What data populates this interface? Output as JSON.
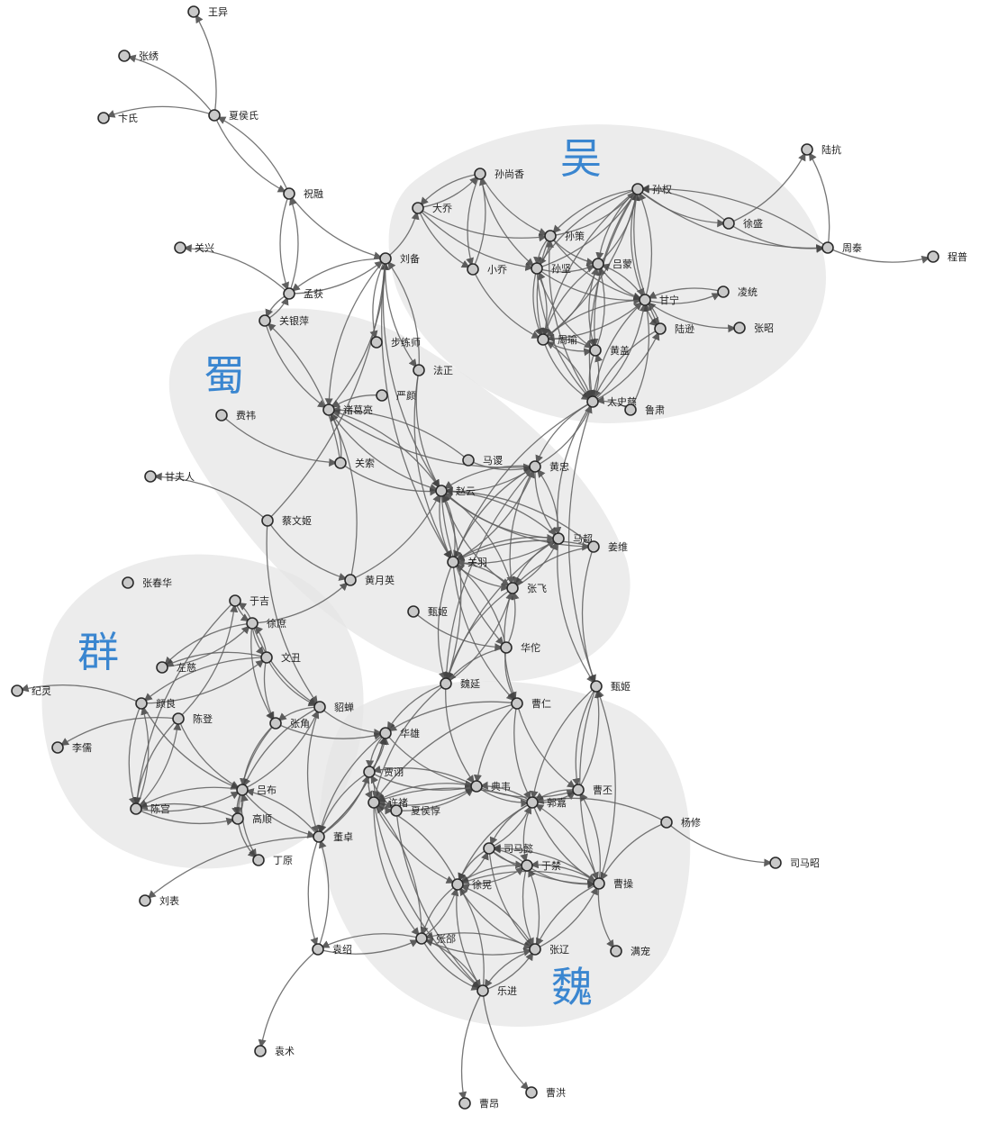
{
  "regions": [
    {
      "id": "wu",
      "label": "吴"
    },
    {
      "id": "shu",
      "label": "蜀"
    },
    {
      "id": "qun",
      "label": "群"
    },
    {
      "id": "wei",
      "label": "魏"
    }
  ],
  "nodes": [
    {
      "id": "王异",
      "label": "王异"
    },
    {
      "id": "张绣",
      "label": "张绣"
    },
    {
      "id": "卞氏",
      "label": "卞氏"
    },
    {
      "id": "夏侯氏",
      "label": "夏侯氏"
    },
    {
      "id": "祝融",
      "label": "祝融"
    },
    {
      "id": "关兴",
      "label": "关兴"
    },
    {
      "id": "孟获",
      "label": "孟获"
    },
    {
      "id": "关银萍",
      "label": "关银萍"
    },
    {
      "id": "刘备",
      "label": "刘备"
    },
    {
      "id": "步练师",
      "label": "步练师"
    },
    {
      "id": "法正",
      "label": "法正"
    },
    {
      "id": "严颜",
      "label": "严颜"
    },
    {
      "id": "诸葛亮",
      "label": "诸葛亮"
    },
    {
      "id": "费祎",
      "label": "费祎"
    },
    {
      "id": "关索",
      "label": "关索"
    },
    {
      "id": "马谡",
      "label": "马谡"
    },
    {
      "id": "甘夫人",
      "label": "甘夫人"
    },
    {
      "id": "孙尚香",
      "label": "孙尚香"
    },
    {
      "id": "大乔",
      "label": "大乔"
    },
    {
      "id": "小乔",
      "label": "小乔"
    },
    {
      "id": "孙策",
      "label": "孙策"
    },
    {
      "id": "孙坚",
      "label": "孙坚"
    },
    {
      "id": "孙权",
      "label": "孙权"
    },
    {
      "id": "吕蒙",
      "label": "吕蒙"
    },
    {
      "id": "徐盛",
      "label": "徐盛"
    },
    {
      "id": "陆抗",
      "label": "陆抗"
    },
    {
      "id": "周泰",
      "label": "周泰"
    },
    {
      "id": "程普",
      "label": "程普"
    },
    {
      "id": "凌统",
      "label": "凌统"
    },
    {
      "id": "甘宁",
      "label": "甘宁"
    },
    {
      "id": "张昭",
      "label": "张昭"
    },
    {
      "id": "陆逊",
      "label": "陆逊"
    },
    {
      "id": "周瑜",
      "label": "周瑜"
    },
    {
      "id": "黄盖",
      "label": "黄盖"
    },
    {
      "id": "太史慈",
      "label": "太史慈"
    },
    {
      "id": "鲁肃",
      "label": "鲁肃"
    },
    {
      "id": "黄忠",
      "label": "黄忠"
    },
    {
      "id": "赵云",
      "label": "赵云"
    },
    {
      "id": "马超",
      "label": "马超"
    },
    {
      "id": "姜维",
      "label": "姜维"
    },
    {
      "id": "关羽",
      "label": "关羽"
    },
    {
      "id": "张飞",
      "label": "张飞"
    },
    {
      "id": "黄月英",
      "label": "黄月英"
    },
    {
      "id": "蔡文姬",
      "label": "蔡文姬"
    },
    {
      "id": "甄姬",
      "label": "甄姬"
    },
    {
      "id": "华佗",
      "label": "华佗"
    },
    {
      "id": "张春华",
      "label": "张春华"
    },
    {
      "id": "于吉",
      "label": "于吉"
    },
    {
      "id": "徐庶",
      "label": "徐庶"
    },
    {
      "id": "文丑",
      "label": "文丑"
    },
    {
      "id": "左慈",
      "label": "左慈"
    },
    {
      "id": "纪灵",
      "label": "纪灵"
    },
    {
      "id": "颜良",
      "label": "颜良"
    },
    {
      "id": "陈登",
      "label": "陈登"
    },
    {
      "id": "李儒",
      "label": "李儒"
    },
    {
      "id": "貂蝉",
      "label": "貂蝉"
    },
    {
      "id": "张角",
      "label": "张角"
    },
    {
      "id": "华雄",
      "label": "华雄"
    },
    {
      "id": "魏延",
      "label": "魏延"
    },
    {
      "id": "曹仁",
      "label": "曹仁"
    },
    {
      "id": "甄姬2",
      "label": "甄姬"
    },
    {
      "id": "贾诩",
      "label": "贾诩"
    },
    {
      "id": "典韦",
      "label": "典韦"
    },
    {
      "id": "曹丕",
      "label": "曹丕"
    },
    {
      "id": "吕布",
      "label": "吕布"
    },
    {
      "id": "陈宫",
      "label": "陈宫"
    },
    {
      "id": "高顺",
      "label": "高顺"
    },
    {
      "id": "许褚",
      "label": "许褚"
    },
    {
      "id": "夏侯惇",
      "label": "夏侯惇"
    },
    {
      "id": "郭嘉",
      "label": "郭嘉"
    },
    {
      "id": "杨修",
      "label": "杨修"
    },
    {
      "id": "董卓",
      "label": "董卓"
    },
    {
      "id": "丁原",
      "label": "丁原"
    },
    {
      "id": "司马懿",
      "label": "司马懿"
    },
    {
      "id": "于禁",
      "label": "于禁"
    },
    {
      "id": "司马昭",
      "label": "司马昭"
    },
    {
      "id": "徐晃",
      "label": "徐晃"
    },
    {
      "id": "曹操",
      "label": "曹操"
    },
    {
      "id": "刘表",
      "label": "刘表"
    },
    {
      "id": "袁绍",
      "label": "袁绍"
    },
    {
      "id": "张郃",
      "label": "张郃"
    },
    {
      "id": "张辽",
      "label": "张辽"
    },
    {
      "id": "满宠",
      "label": "满宠"
    },
    {
      "id": "乐进",
      "label": "乐进"
    },
    {
      "id": "袁术",
      "label": "袁术"
    },
    {
      "id": "曹昂",
      "label": "曹昂"
    },
    {
      "id": "曹洪",
      "label": "曹洪"
    }
  ],
  "edges": [
    [
      "夏侯氏",
      "王异"
    ],
    [
      "夏侯氏",
      "张绣"
    ],
    [
      "夏侯氏",
      "卞氏"
    ],
    [
      "夏侯氏",
      "祝融"
    ],
    [
      "祝融",
      "夏侯氏"
    ],
    [
      "祝融",
      "刘备"
    ],
    [
      "祝融",
      "孟获"
    ],
    [
      "孟获",
      "祝融"
    ],
    [
      "孟获",
      "关兴"
    ],
    [
      "孟获",
      "关银萍"
    ],
    [
      "孟获",
      "刘备"
    ],
    [
      "刘备",
      "孟获"
    ],
    [
      "关银萍",
      "诸葛亮"
    ],
    [
      "刘备",
      "大乔"
    ],
    [
      "刘备",
      "步练师"
    ],
    [
      "刘备",
      "诸葛亮"
    ],
    [
      "刘备",
      "法正"
    ],
    [
      "诸葛亮",
      "刘备"
    ],
    [
      "关银萍",
      "孟获"
    ],
    [
      "法正",
      "刘备"
    ],
    [
      "严颜",
      "诸葛亮"
    ],
    [
      "费祎",
      "关索"
    ],
    [
      "关索",
      "诸葛亮"
    ],
    [
      "关索",
      "关银萍"
    ],
    [
      "马谡",
      "诸葛亮"
    ],
    [
      "马谡",
      "黄忠"
    ],
    [
      "关索",
      "赵云"
    ],
    [
      "诸葛亮",
      "黄忠"
    ],
    [
      "孙尚香",
      "大乔"
    ],
    [
      "大乔",
      "孙尚香"
    ],
    [
      "孙尚香",
      "小乔"
    ],
    [
      "小乔",
      "孙尚香"
    ],
    [
      "大乔",
      "小乔"
    ],
    [
      "大乔",
      "孙策"
    ],
    [
      "孙尚香",
      "孙策"
    ],
    [
      "孙尚香",
      "孙坚"
    ],
    [
      "大乔",
      "孙坚"
    ],
    [
      "小乔",
      "周瑜"
    ],
    [
      "孙策",
      "孙权"
    ],
    [
      "孙权",
      "孙策"
    ],
    [
      "孙策",
      "孙坚"
    ],
    [
      "孙坚",
      "孙策"
    ],
    [
      "孙坚",
      "孙权"
    ],
    [
      "孙权",
      "孙坚"
    ],
    [
      "孙权",
      "吕蒙"
    ],
    [
      "吕蒙",
      "孙权"
    ],
    [
      "孙权",
      "甘宁"
    ],
    [
      "甘宁",
      "孙权"
    ],
    [
      "孙权",
      "周瑜"
    ],
    [
      "周瑜",
      "孙权"
    ],
    [
      "孙权",
      "徐盛"
    ],
    [
      "徐盛",
      "孙权"
    ],
    [
      "孙权",
      "太史慈"
    ],
    [
      "孙权",
      "陆逊"
    ],
    [
      "孙权",
      "黄盖"
    ],
    [
      "孙权",
      "周泰"
    ],
    [
      "周泰",
      "孙权"
    ],
    [
      "周泰",
      "陆抗"
    ],
    [
      "徐盛",
      "陆抗"
    ],
    [
      "周泰",
      "程普"
    ],
    [
      "徐盛",
      "周泰"
    ],
    [
      "甘宁",
      "凌统"
    ],
    [
      "凌统",
      "甘宁"
    ],
    [
      "甘宁",
      "张昭"
    ],
    [
      "孙坚",
      "周瑜"
    ],
    [
      "周瑜",
      "孙坚"
    ],
    [
      "孙坚",
      "吕蒙"
    ],
    [
      "孙坚",
      "甘宁"
    ],
    [
      "孙坚",
      "黄盖"
    ],
    [
      "孙坚",
      "太史慈"
    ],
    [
      "孙策",
      "周瑜"
    ],
    [
      "孙策",
      "甘宁"
    ],
    [
      "孙策",
      "吕蒙"
    ],
    [
      "吕蒙",
      "甘宁"
    ],
    [
      "甘宁",
      "吕蒙"
    ],
    [
      "周瑜",
      "甘宁"
    ],
    [
      "甘宁",
      "周瑜"
    ],
    [
      "周瑜",
      "黄盖"
    ],
    [
      "黄盖",
      "周瑜"
    ],
    [
      "周瑜",
      "太史慈"
    ],
    [
      "太史慈",
      "周瑜"
    ],
    [
      "吕蒙",
      "周瑜"
    ],
    [
      "周瑜",
      "吕蒙"
    ],
    [
      "吕蒙",
      "黄盖"
    ],
    [
      "黄盖",
      "吕蒙"
    ],
    [
      "陆逊",
      "甘宁"
    ],
    [
      "甘宁",
      "陆逊"
    ],
    [
      "陆逊",
      "太史慈"
    ],
    [
      "太史慈",
      "陆逊"
    ],
    [
      "鲁肃",
      "甘宁"
    ],
    [
      "甘宁",
      "太史慈"
    ],
    [
      "太史慈",
      "甘宁"
    ],
    [
      "黄盖",
      "太史慈"
    ],
    [
      "太史慈",
      "黄盖"
    ],
    [
      "鲁肃",
      "太史慈"
    ],
    [
      "太史慈",
      "黄忠"
    ],
    [
      "黄忠",
      "太史慈"
    ],
    [
      "太史慈",
      "马超"
    ],
    [
      "太史慈",
      "关羽"
    ],
    [
      "太史慈",
      "甄姬2"
    ],
    [
      "孙策",
      "太史慈"
    ],
    [
      "黄忠",
      "赵云"
    ],
    [
      "赵云",
      "黄忠"
    ],
    [
      "黄忠",
      "马超"
    ],
    [
      "马超",
      "黄忠"
    ],
    [
      "黄忠",
      "关羽"
    ],
    [
      "关羽",
      "黄忠"
    ],
    [
      "黄忠",
      "张飞"
    ],
    [
      "黄忠",
      "魏延"
    ],
    [
      "赵云",
      "关羽"
    ],
    [
      "关羽",
      "赵云"
    ],
    [
      "赵云",
      "张飞"
    ],
    [
      "张飞",
      "赵云"
    ],
    [
      "赵云",
      "马超"
    ],
    [
      "马超",
      "赵云"
    ],
    [
      "赵云",
      "姜维"
    ],
    [
      "赵云",
      "诸葛亮"
    ],
    [
      "关羽",
      "张飞"
    ],
    [
      "张飞",
      "关羽"
    ],
    [
      "关羽",
      "马超"
    ],
    [
      "马超",
      "关羽"
    ],
    [
      "张飞",
      "马超"
    ],
    [
      "马超",
      "张飞"
    ],
    [
      "姜维",
      "张飞"
    ],
    [
      "姜维",
      "关羽"
    ],
    [
      "姜维",
      "赵云"
    ],
    [
      "华佗",
      "关羽"
    ],
    [
      "华佗",
      "张飞"
    ],
    [
      "甄姬",
      "华佗"
    ],
    [
      "关羽",
      "魏延"
    ],
    [
      "张飞",
      "魏延"
    ],
    [
      "魏延",
      "张飞"
    ],
    [
      "魏延",
      "赵云"
    ],
    [
      "马超",
      "甄姬2"
    ],
    [
      "姜维",
      "甄姬2"
    ],
    [
      "赵云",
      "华佗"
    ],
    [
      "华佗",
      "魏延"
    ],
    [
      "华佗",
      "曹仁"
    ],
    [
      "黄月英",
      "诸葛亮"
    ],
    [
      "黄月英",
      "赵云"
    ],
    [
      "蔡文姬",
      "黄月英"
    ],
    [
      "蔡文姬",
      "貂蝉"
    ],
    [
      "蔡文姬",
      "刘备"
    ],
    [
      "蔡文姬",
      "甘夫人"
    ],
    [
      "于吉",
      "徐庶"
    ],
    [
      "徐庶",
      "于吉"
    ],
    [
      "徐庶",
      "文丑"
    ],
    [
      "文丑",
      "徐庶"
    ],
    [
      "徐庶",
      "黄月英"
    ],
    [
      "徐庶",
      "张角"
    ],
    [
      "徐庶",
      "貂蝉"
    ],
    [
      "徐庶",
      "左慈"
    ],
    [
      "左慈",
      "徐庶"
    ],
    [
      "文丑",
      "颜良"
    ],
    [
      "颜良",
      "文丑"
    ],
    [
      "文丑",
      "左慈"
    ],
    [
      "颜良",
      "纪灵"
    ],
    [
      "陈登",
      "李儒"
    ],
    [
      "陈登",
      "于吉"
    ],
    [
      "于吉",
      "陈宫"
    ],
    [
      "颜良",
      "陈宫"
    ],
    [
      "陈宫",
      "颜良"
    ],
    [
      "颜良",
      "吕布"
    ],
    [
      "陈宫",
      "陈登"
    ],
    [
      "陈登",
      "陈宫"
    ],
    [
      "陈登",
      "吕布"
    ],
    [
      "陈宫",
      "吕布"
    ],
    [
      "吕布",
      "陈宫"
    ],
    [
      "陈宫",
      "高顺"
    ],
    [
      "高顺",
      "陈宫"
    ],
    [
      "吕布",
      "高顺"
    ],
    [
      "高顺",
      "吕布"
    ],
    [
      "吕布",
      "貂蝉"
    ],
    [
      "貂蝉",
      "吕布"
    ],
    [
      "吕布",
      "董卓"
    ],
    [
      "董卓",
      "吕布"
    ],
    [
      "吕布",
      "丁原"
    ],
    [
      "高顺",
      "丁原"
    ],
    [
      "张角",
      "吕布"
    ],
    [
      "张角",
      "高顺"
    ],
    [
      "张角",
      "华雄"
    ],
    [
      "貂蝉",
      "董卓"
    ],
    [
      "貂蝉",
      "张角"
    ],
    [
      "文丑",
      "张角"
    ],
    [
      "文丑",
      "貂蝉"
    ],
    [
      "华雄",
      "董卓"
    ],
    [
      "董卓",
      "华雄"
    ],
    [
      "华雄",
      "贾诩"
    ],
    [
      "贾诩",
      "华雄"
    ],
    [
      "贾诩",
      "董卓"
    ],
    [
      "董卓",
      "贾诩"
    ],
    [
      "董卓",
      "刘表"
    ],
    [
      "董卓",
      "袁绍"
    ],
    [
      "袁绍",
      "董卓"
    ],
    [
      "袁绍",
      "袁术"
    ],
    [
      "袁绍",
      "张郃"
    ],
    [
      "张郃",
      "袁绍"
    ],
    [
      "魏延",
      "华雄"
    ],
    [
      "魏延",
      "典韦"
    ],
    [
      "魏延",
      "许褚"
    ],
    [
      "曹仁",
      "华雄"
    ],
    [
      "曹仁",
      "典韦"
    ],
    [
      "曹仁",
      "许褚"
    ],
    [
      "曹仁",
      "郭嘉"
    ],
    [
      "曹仁",
      "曹丕"
    ],
    [
      "甄姬2",
      "曹丕"
    ],
    [
      "曹丕",
      "甄姬2"
    ],
    [
      "甄姬2",
      "郭嘉"
    ],
    [
      "甄姬2",
      "曹操"
    ],
    [
      "曹操",
      "甄姬2"
    ],
    [
      "贾诩",
      "典韦"
    ],
    [
      "典韦",
      "贾诩"
    ],
    [
      "贾诩",
      "许褚"
    ],
    [
      "许褚",
      "贾诩"
    ],
    [
      "贾诩",
      "夏侯惇"
    ],
    [
      "典韦",
      "郭嘉"
    ],
    [
      "郭嘉",
      "典韦"
    ],
    [
      "典韦",
      "许褚"
    ],
    [
      "许褚",
      "典韦"
    ],
    [
      "典韦",
      "曹丕"
    ],
    [
      "曹丕",
      "郭嘉"
    ],
    [
      "郭嘉",
      "曹丕"
    ],
    [
      "郭嘉",
      "许褚"
    ],
    [
      "郭嘉",
      "司马懿"
    ],
    [
      "司马懿",
      "郭嘉"
    ],
    [
      "郭嘉",
      "于禁"
    ],
    [
      "郭嘉",
      "曹操"
    ],
    [
      "曹操",
      "郭嘉"
    ],
    [
      "郭嘉",
      "徐晃"
    ],
    [
      "杨修",
      "郭嘉"
    ],
    [
      "杨修",
      "司马昭"
    ],
    [
      "杨修",
      "曹操"
    ],
    [
      "许褚",
      "夏侯惇"
    ],
    [
      "夏侯惇",
      "许褚"
    ],
    [
      "许褚",
      "徐晃"
    ],
    [
      "徐晃",
      "许褚"
    ],
    [
      "许褚",
      "张郃"
    ],
    [
      "张郃",
      "许褚"
    ],
    [
      "许褚",
      "乐进"
    ],
    [
      "夏侯惇",
      "典韦"
    ],
    [
      "夏侯惇",
      "乐进"
    ],
    [
      "司马懿",
      "于禁"
    ],
    [
      "于禁",
      "司马懿"
    ],
    [
      "司马懿",
      "徐晃"
    ],
    [
      "徐晃",
      "司马懿"
    ],
    [
      "司马懿",
      "张辽"
    ],
    [
      "司马懿",
      "曹操"
    ],
    [
      "曹操",
      "司马懿"
    ],
    [
      "于禁",
      "徐晃"
    ],
    [
      "徐晃",
      "于禁"
    ],
    [
      "于禁",
      "曹操"
    ],
    [
      "曹操",
      "于禁"
    ],
    [
      "于禁",
      "张辽"
    ],
    [
      "张辽",
      "于禁"
    ],
    [
      "徐晃",
      "张郃"
    ],
    [
      "张郃",
      "徐晃"
    ],
    [
      "徐晃",
      "张辽"
    ],
    [
      "张辽",
      "徐晃"
    ],
    [
      "徐晃",
      "乐进"
    ],
    [
      "乐进",
      "徐晃"
    ],
    [
      "张郃",
      "张辽"
    ],
    [
      "张辽",
      "张郃"
    ],
    [
      "张郃",
      "乐进"
    ],
    [
      "乐进",
      "张郃"
    ],
    [
      "张辽",
      "乐进"
    ],
    [
      "乐进",
      "张辽"
    ],
    [
      "曹操",
      "张辽"
    ],
    [
      "张辽",
      "曹操"
    ],
    [
      "曹操",
      "徐晃"
    ],
    [
      "曹操",
      "满宠"
    ],
    [
      "乐进",
      "曹昂"
    ],
    [
      "乐进",
      "曹洪"
    ],
    [
      "曹操",
      "曹丕"
    ],
    [
      "董卓",
      "华雄"
    ],
    [
      "华雄",
      "典韦"
    ],
    [
      "貂蝉",
      "华雄"
    ],
    [
      "刘备",
      "赵云"
    ],
    [
      "刘备",
      "关羽"
    ],
    [
      "法正",
      "赵云"
    ],
    [
      "法正",
      "关羽"
    ],
    [
      "诸葛亮",
      "赵云"
    ],
    [
      "关羽",
      "曹仁"
    ],
    [
      "张飞",
      "曹仁"
    ],
    [
      "马超",
      "魏延"
    ]
  ]
}
